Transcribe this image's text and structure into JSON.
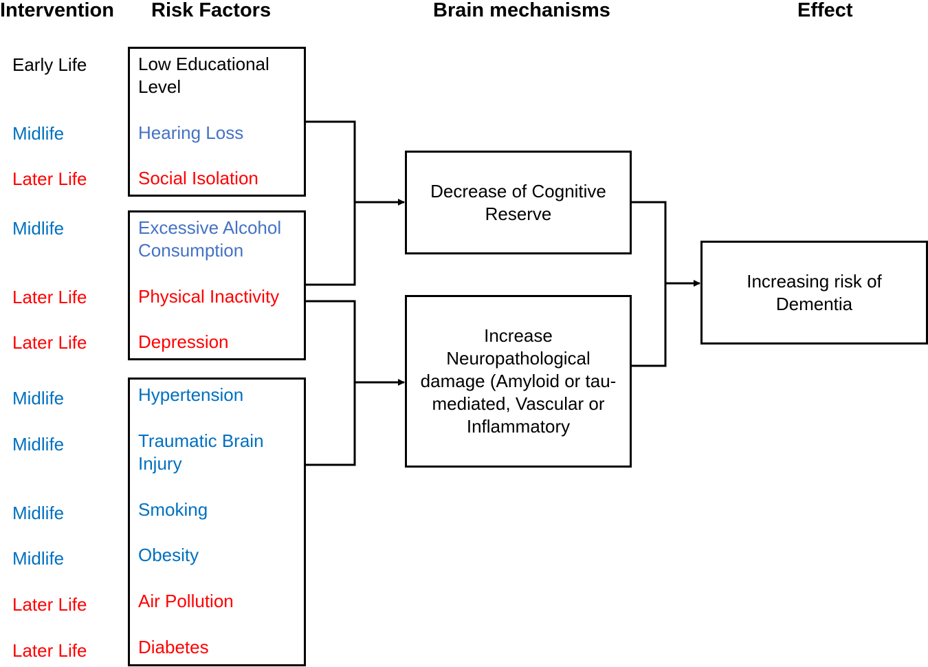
{
  "headers": {
    "intervention": "Intervention",
    "risk_factors": "Risk Factors",
    "brain_mechanisms": "Brain mechanisms",
    "effect": "Effect"
  },
  "colors": {
    "early_life": "#000000",
    "midlife": "#0070c0",
    "midlife_light": "#4472c4",
    "later_life": "#ff0000",
    "line": "#000000"
  },
  "rows": [
    {
      "stage": "Early Life",
      "factor": "Low Educational Level"
    },
    {
      "stage": "Midlife",
      "factor": "Hearing Loss"
    },
    {
      "stage": "Later Life",
      "factor": "Social Isolation"
    },
    {
      "stage": "Midlife",
      "factor": "Excessive Alcohol Consumption"
    },
    {
      "stage": "Later Life",
      "factor": "Physical Inactivity"
    },
    {
      "stage": "Later Life",
      "factor": "Depression"
    },
    {
      "stage": "Midlife",
      "factor": "Hypertension"
    },
    {
      "stage": "Midlife",
      "factor": "Traumatic Brain Injury"
    },
    {
      "stage": "Midlife",
      "factor": "Smoking"
    },
    {
      "stage": "Midlife",
      "factor": "Obesity"
    },
    {
      "stage": "Later Life",
      "factor": "Air Pollution"
    },
    {
      "stage": "Later Life",
      "factor": "Diabetes"
    }
  ],
  "mechanisms": {
    "cognitive_reserve": "Decrease of Cognitive Reserve",
    "neuropathological": "Increase Neuropathological damage (Amyloid or tau-mediated, Vascular or Inflammatory"
  },
  "effect": {
    "label": "Increasing risk of Dementia"
  }
}
